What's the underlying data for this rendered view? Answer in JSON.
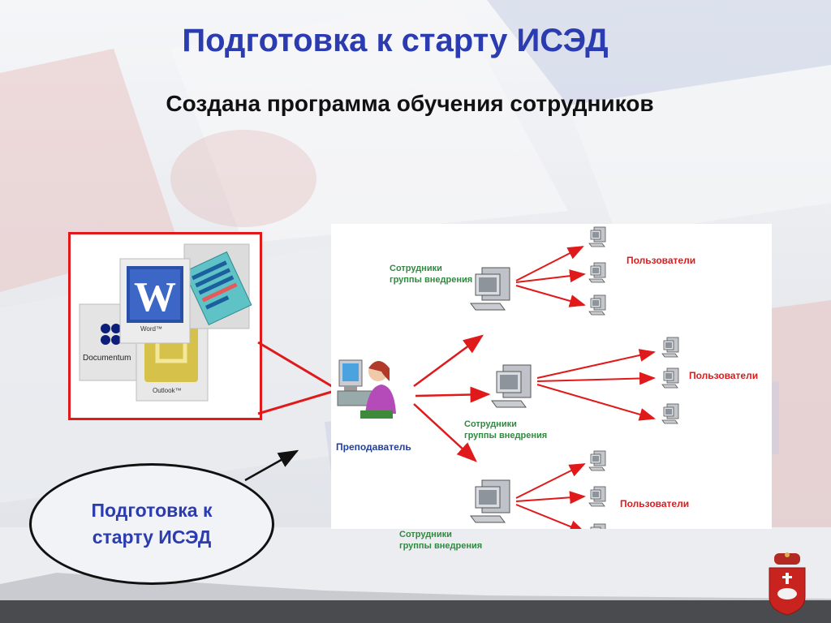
{
  "title": "Подготовка к старту ИСЭД",
  "subtitle": "Создана программа обучения сотрудников",
  "apps": {
    "word": "Word™",
    "outlook": "Outlook™",
    "documentum": "Documentum"
  },
  "diagram": {
    "teacher": "Преподаватель",
    "groups": [
      {
        "label": "Сотрудники\nгруппы внедрения",
        "users_label": "Пользователи"
      },
      {
        "label": "Сотрудники\nгруппы внедрения",
        "users_label": "Пользователи"
      },
      {
        "label": "Сотрудники\nгруппы внедрения",
        "users_label": "Пользователи"
      }
    ]
  },
  "callout": "Подготовка к\nстарту ИСЭД",
  "colors": {
    "title": "#2b3bb0",
    "arrow": "#e0191b",
    "group_label": "#2f8a3f",
    "users_label": "#e0191b",
    "frame": "#e0191b"
  }
}
